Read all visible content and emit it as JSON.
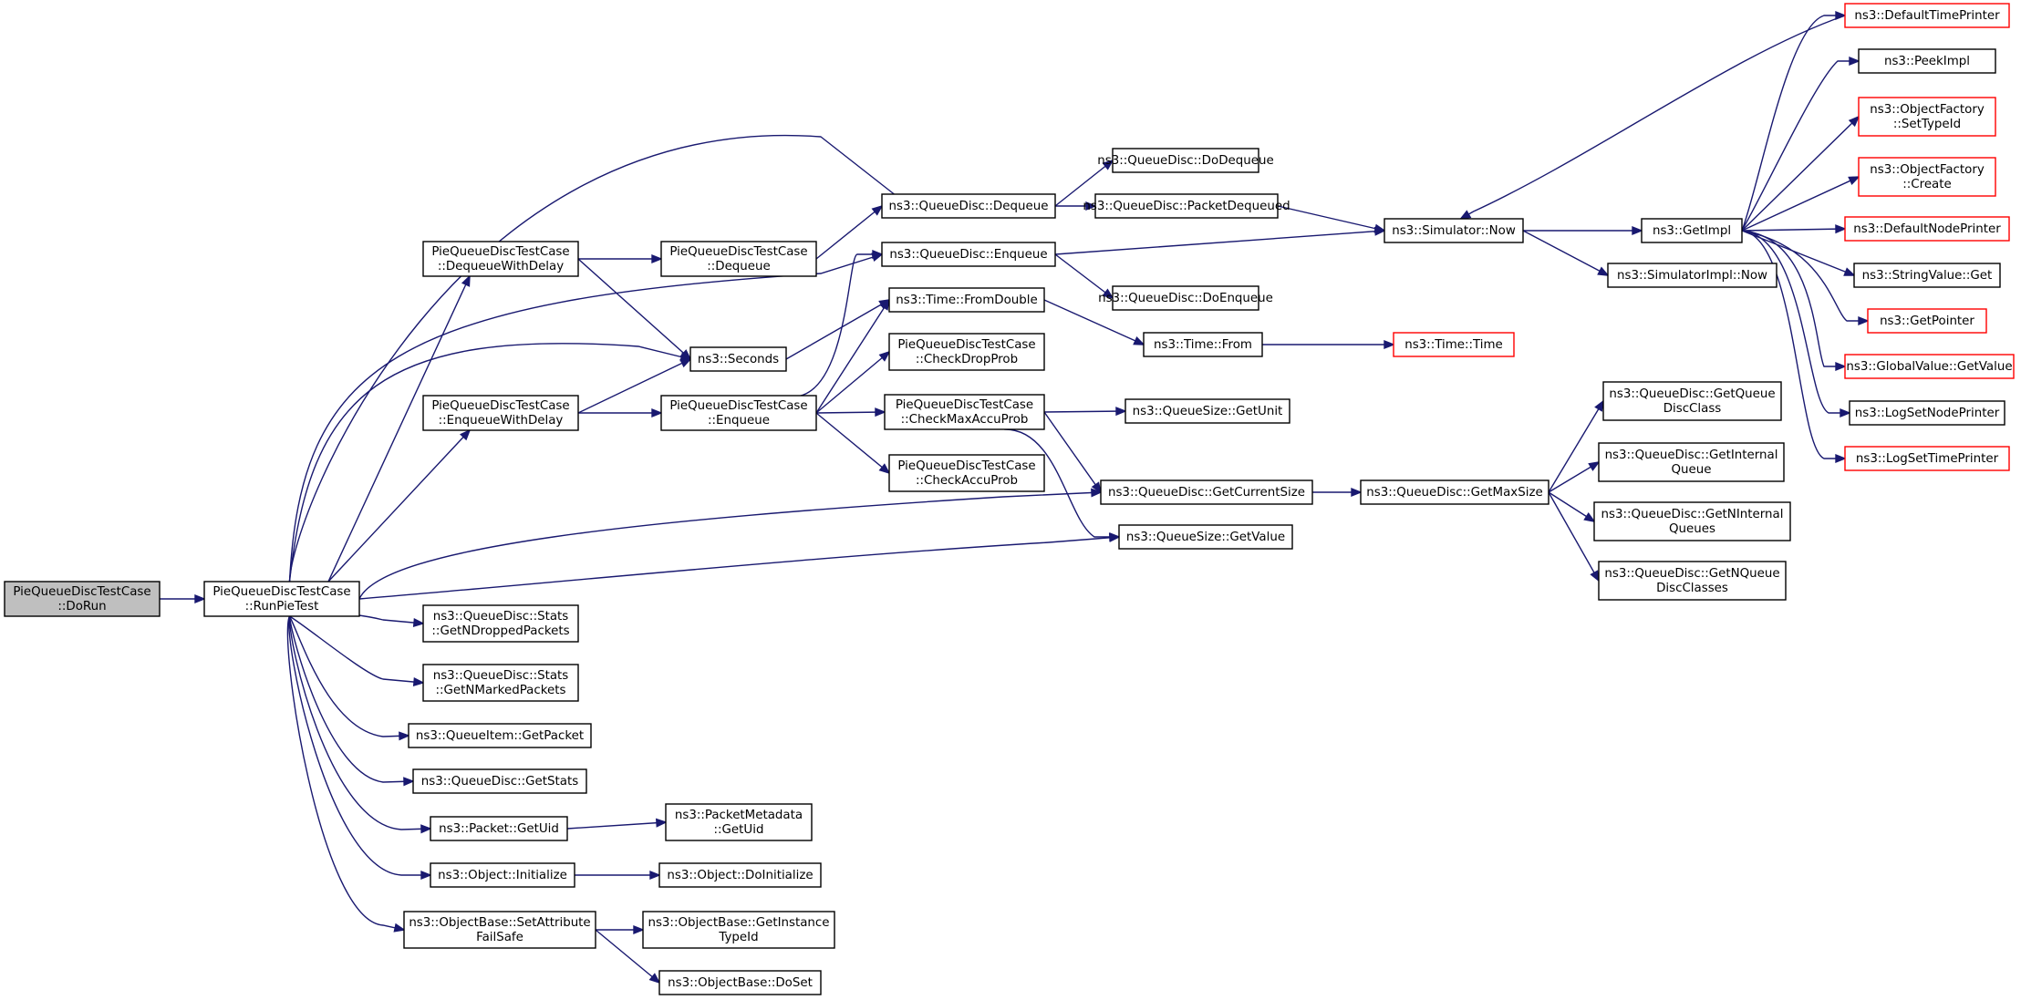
{
  "colors": {
    "edge": "#191970",
    "node_border": "#000000",
    "node_border_truncated": "#ff0000",
    "node_fill": "#ffffff",
    "root_fill": "#bfbfbf"
  },
  "nodes": [
    {
      "id": "n_dorun",
      "lines": [
        "PieQueueDiscTestCase",
        "::DoRun"
      ],
      "root": true
    },
    {
      "id": "n_runpie",
      "lines": [
        "PieQueueDiscTestCase",
        "::RunPieTest"
      ]
    },
    {
      "id": "n_deqdelay",
      "lines": [
        "PieQueueDiscTestCase",
        "::DequeueWithDelay"
      ]
    },
    {
      "id": "n_enqdelay",
      "lines": [
        "PieQueueDiscTestCase",
        "::EnqueueWithDelay"
      ]
    },
    {
      "id": "n_seconds",
      "lines": [
        "ns3::Seconds"
      ]
    },
    {
      "id": "n_dequeue",
      "lines": [
        "ns3::QueueDisc::Dequeue"
      ]
    },
    {
      "id": "n_enqueue",
      "lines": [
        "ns3::QueueDisc::Enqueue"
      ]
    },
    {
      "id": "n_ptdequeue",
      "lines": [
        "PieQueueDiscTestCase",
        "::Dequeue"
      ]
    },
    {
      "id": "n_ptenqueue",
      "lines": [
        "PieQueueDiscTestCase",
        "::Enqueue"
      ]
    },
    {
      "id": "n_fromdouble",
      "lines": [
        "ns3::Time::FromDouble"
      ]
    },
    {
      "id": "n_checkdrop",
      "lines": [
        "PieQueueDiscTestCase",
        "::CheckDropProb"
      ]
    },
    {
      "id": "n_checkmax",
      "lines": [
        "PieQueueDiscTestCase",
        "::CheckMaxAccuProb"
      ]
    },
    {
      "id": "n_checkaccu",
      "lines": [
        "PieQueueDiscTestCase",
        "::CheckAccuProb"
      ]
    },
    {
      "id": "n_dodequeue",
      "lines": [
        "ns3::QueueDisc::DoDequeue"
      ]
    },
    {
      "id": "n_pktdequeued",
      "lines": [
        "ns3::QueueDisc::PacketDequeued"
      ]
    },
    {
      "id": "n_doenqueue",
      "lines": [
        "ns3::QueueDisc::DoEnqueue"
      ]
    },
    {
      "id": "n_timefrom",
      "lines": [
        "ns3::Time::From"
      ]
    },
    {
      "id": "n_qsgetunit",
      "lines": [
        "ns3::QueueSize::GetUnit"
      ]
    },
    {
      "id": "n_getcursize",
      "lines": [
        "ns3::QueueDisc::GetCurrentSize"
      ]
    },
    {
      "id": "n_qsgetvalue",
      "lines": [
        "ns3::QueueSize::GetValue"
      ]
    },
    {
      "id": "n_simnow",
      "lines": [
        "ns3::Simulator::Now"
      ]
    },
    {
      "id": "n_timetime",
      "lines": [
        "ns3::Time::Time"
      ],
      "truncated": true
    },
    {
      "id": "n_getmaxsize",
      "lines": [
        "ns3::QueueDisc::GetMaxSize"
      ]
    },
    {
      "id": "n_getimpl",
      "lines": [
        "ns3::GetImpl"
      ]
    },
    {
      "id": "n_simimplnow",
      "lines": [
        "ns3::SimulatorImpl::Now"
      ]
    },
    {
      "id": "n_getqdclass",
      "lines": [
        "ns3::QueueDisc::GetQueue",
        "DiscClass"
      ]
    },
    {
      "id": "n_getintq",
      "lines": [
        "ns3::QueueDisc::GetInternal",
        "Queue"
      ]
    },
    {
      "id": "n_getnintq",
      "lines": [
        "ns3::QueueDisc::GetNInternal",
        "Queues"
      ]
    },
    {
      "id": "n_getnqdc",
      "lines": [
        "ns3::QueueDisc::GetNQueue",
        "DiscClasses"
      ]
    },
    {
      "id": "n_deftimeprinter",
      "lines": [
        "ns3::DefaultTimePrinter"
      ],
      "truncated": true
    },
    {
      "id": "n_peekimpl",
      "lines": [
        "ns3::PeekImpl"
      ]
    },
    {
      "id": "n_ofsettypeid",
      "lines": [
        "ns3::ObjectFactory",
        "::SetTypeId"
      ],
      "truncated": true
    },
    {
      "id": "n_ofcreate",
      "lines": [
        "ns3::ObjectFactory",
        "::Create"
      ],
      "truncated": true
    },
    {
      "id": "n_defnodeprinter",
      "lines": [
        "ns3::DefaultNodePrinter"
      ],
      "truncated": true
    },
    {
      "id": "n_strvalget",
      "lines": [
        "ns3::StringValue::Get"
      ]
    },
    {
      "id": "n_getpointer",
      "lines": [
        "ns3::GetPointer"
      ],
      "truncated": true
    },
    {
      "id": "n_gvgetvalue",
      "lines": [
        "ns3::GlobalValue::GetValue"
      ],
      "truncated": true
    },
    {
      "id": "n_logsetnode",
      "lines": [
        "ns3::LogSetNodePrinter"
      ]
    },
    {
      "id": "n_logsettime",
      "lines": [
        "ns3::LogSetTimePrinter"
      ],
      "truncated": true
    },
    {
      "id": "n_statsdropped",
      "lines": [
        "ns3::QueueDisc::Stats",
        "::GetNDroppedPackets"
      ]
    },
    {
      "id": "n_statsmarked",
      "lines": [
        "ns3::QueueDisc::Stats",
        "::GetNMarkedPackets"
      ]
    },
    {
      "id": "n_qigetpacket",
      "lines": [
        "ns3::QueueItem::GetPacket"
      ]
    },
    {
      "id": "n_qdgetstats",
      "lines": [
        "ns3::QueueDisc::GetStats"
      ]
    },
    {
      "id": "n_pktgetuid",
      "lines": [
        "ns3::Packet::GetUid"
      ]
    },
    {
      "id": "n_pmgetuid",
      "lines": [
        "ns3::PacketMetadata",
        "::GetUid"
      ]
    },
    {
      "id": "n_objinit",
      "lines": [
        "ns3::Object::Initialize"
      ]
    },
    {
      "id": "n_objdoinit",
      "lines": [
        "ns3::Object::DoInitialize"
      ]
    },
    {
      "id": "n_setattrfs",
      "lines": [
        "ns3::ObjectBase::SetAttribute",
        "FailSafe"
      ]
    },
    {
      "id": "n_getinsttid",
      "lines": [
        "ns3::ObjectBase::GetInstance",
        "TypeId"
      ]
    },
    {
      "id": "n_doset",
      "lines": [
        "ns3::ObjectBase::DoSet"
      ]
    }
  ],
  "edges": [
    [
      "n_dorun",
      "n_runpie"
    ],
    [
      "n_runpie",
      "n_deqdelay"
    ],
    [
      "n_runpie",
      "n_dequeue"
    ],
    [
      "n_runpie",
      "n_enqueue"
    ],
    [
      "n_runpie",
      "n_seconds"
    ],
    [
      "n_runpie",
      "n_enqdelay"
    ],
    [
      "n_runpie",
      "n_getcursize"
    ],
    [
      "n_runpie",
      "n_qsgetvalue"
    ],
    [
      "n_runpie",
      "n_statsdropped"
    ],
    [
      "n_runpie",
      "n_statsmarked"
    ],
    [
      "n_runpie",
      "n_qigetpacket"
    ],
    [
      "n_runpie",
      "n_qdgetstats"
    ],
    [
      "n_runpie",
      "n_pktgetuid"
    ],
    [
      "n_runpie",
      "n_objinit"
    ],
    [
      "n_runpie",
      "n_setattrfs"
    ],
    [
      "n_deqdelay",
      "n_ptdequeue"
    ],
    [
      "n_deqdelay",
      "n_seconds"
    ],
    [
      "n_enqdelay",
      "n_seconds"
    ],
    [
      "n_enqdelay",
      "n_ptenqueue"
    ],
    [
      "n_ptdequeue",
      "n_dequeue"
    ],
    [
      "n_seconds",
      "n_fromdouble"
    ],
    [
      "n_ptenqueue",
      "n_enqueue"
    ],
    [
      "n_ptenqueue",
      "n_fromdouble"
    ],
    [
      "n_ptenqueue",
      "n_checkdrop"
    ],
    [
      "n_ptenqueue",
      "n_checkmax"
    ],
    [
      "n_ptenqueue",
      "n_checkaccu"
    ],
    [
      "n_dequeue",
      "n_dodequeue"
    ],
    [
      "n_dequeue",
      "n_pktdequeued"
    ],
    [
      "n_enqueue",
      "n_simnow"
    ],
    [
      "n_enqueue",
      "n_doenqueue"
    ],
    [
      "n_pktdequeued",
      "n_simnow"
    ],
    [
      "n_fromdouble",
      "n_timefrom"
    ],
    [
      "n_timefrom",
      "n_timetime"
    ],
    [
      "n_checkmax",
      "n_qsgetunit"
    ],
    [
      "n_checkmax",
      "n_getcursize"
    ],
    [
      "n_checkmax",
      "n_qsgetvalue"
    ],
    [
      "n_getcursize",
      "n_getmaxsize"
    ],
    [
      "n_getmaxsize",
      "n_getqdclass"
    ],
    [
      "n_getmaxsize",
      "n_getintq"
    ],
    [
      "n_getmaxsize",
      "n_getnintq"
    ],
    [
      "n_getmaxsize",
      "n_getnqdc"
    ],
    [
      "n_simnow",
      "n_getimpl"
    ],
    [
      "n_simnow",
      "n_simimplnow"
    ],
    [
      "n_getimpl",
      "n_deftimeprinter"
    ],
    [
      "n_getimpl",
      "n_peekimpl"
    ],
    [
      "n_getimpl",
      "n_ofsettypeid"
    ],
    [
      "n_getimpl",
      "n_ofcreate"
    ],
    [
      "n_getimpl",
      "n_defnodeprinter"
    ],
    [
      "n_getimpl",
      "n_strvalget"
    ],
    [
      "n_getimpl",
      "n_getpointer"
    ],
    [
      "n_getimpl",
      "n_gvgetvalue"
    ],
    [
      "n_getimpl",
      "n_logsetnode"
    ],
    [
      "n_getimpl",
      "n_logsettime"
    ],
    [
      "n_deftimeprinter",
      "n_simnow"
    ],
    [
      "n_pktgetuid",
      "n_pmgetuid"
    ],
    [
      "n_objinit",
      "n_objdoinit"
    ],
    [
      "n_setattrfs",
      "n_getinsttid"
    ],
    [
      "n_setattrfs",
      "n_doset"
    ]
  ]
}
